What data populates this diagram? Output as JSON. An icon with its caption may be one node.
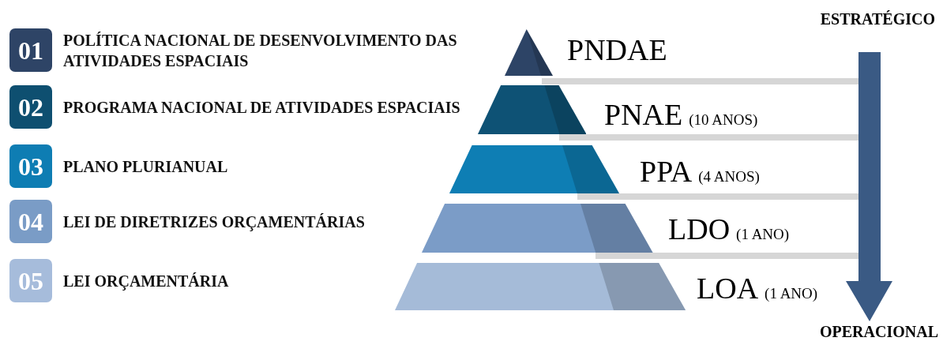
{
  "diagram": {
    "nodes": [
      {
        "text": [
          "01"
        ],
        "beside": [
          "POLÍTICA NACIONAL DE DESENVOLVIMENTO DAS ATIVIDADES ESPACIAIS"
        ]
      },
      {
        "text": [
          "02"
        ],
        "beside": [
          "PROGRAMA NACIONAL DE ATIVIDADES ESPACIAIS"
        ]
      },
      {
        "text": [
          "03"
        ],
        "beside": [
          "PLANO PLURIANUAL"
        ]
      },
      {
        "text": [
          "04"
        ],
        "beside": [
          "LEI DE DIRETRIZES ORÇAMENTÁRIAS"
        ]
      },
      {
        "text": [
          "05"
        ],
        "beside": [
          "LEI ORÇAMENTÁRIA"
        ]
      },
      {
        "text": [],
        "shape": "triangle",
        "beside": [
          "PNDAE"
        ]
      },
      {
        "text": [],
        "shape": "trapezoid",
        "beside": [
          "PNAE",
          "(10 ANOS)"
        ]
      },
      {
        "text": [],
        "shape": "trapezoid",
        "beside": [
          "PPA",
          "(4 ANOS)"
        ]
      },
      {
        "text": [],
        "shape": "trapezoid",
        "beside": [
          "LDO",
          "(1 ANO)"
        ]
      },
      {
        "text": [],
        "shape": "trapezoid",
        "beside": [
          "LOA",
          "(1 ANO)"
        ]
      }
    ],
    "edges": [],
    "labels": [
      "ESTRATÉGICO",
      "OPERACIONAL"
    ]
  }
}
